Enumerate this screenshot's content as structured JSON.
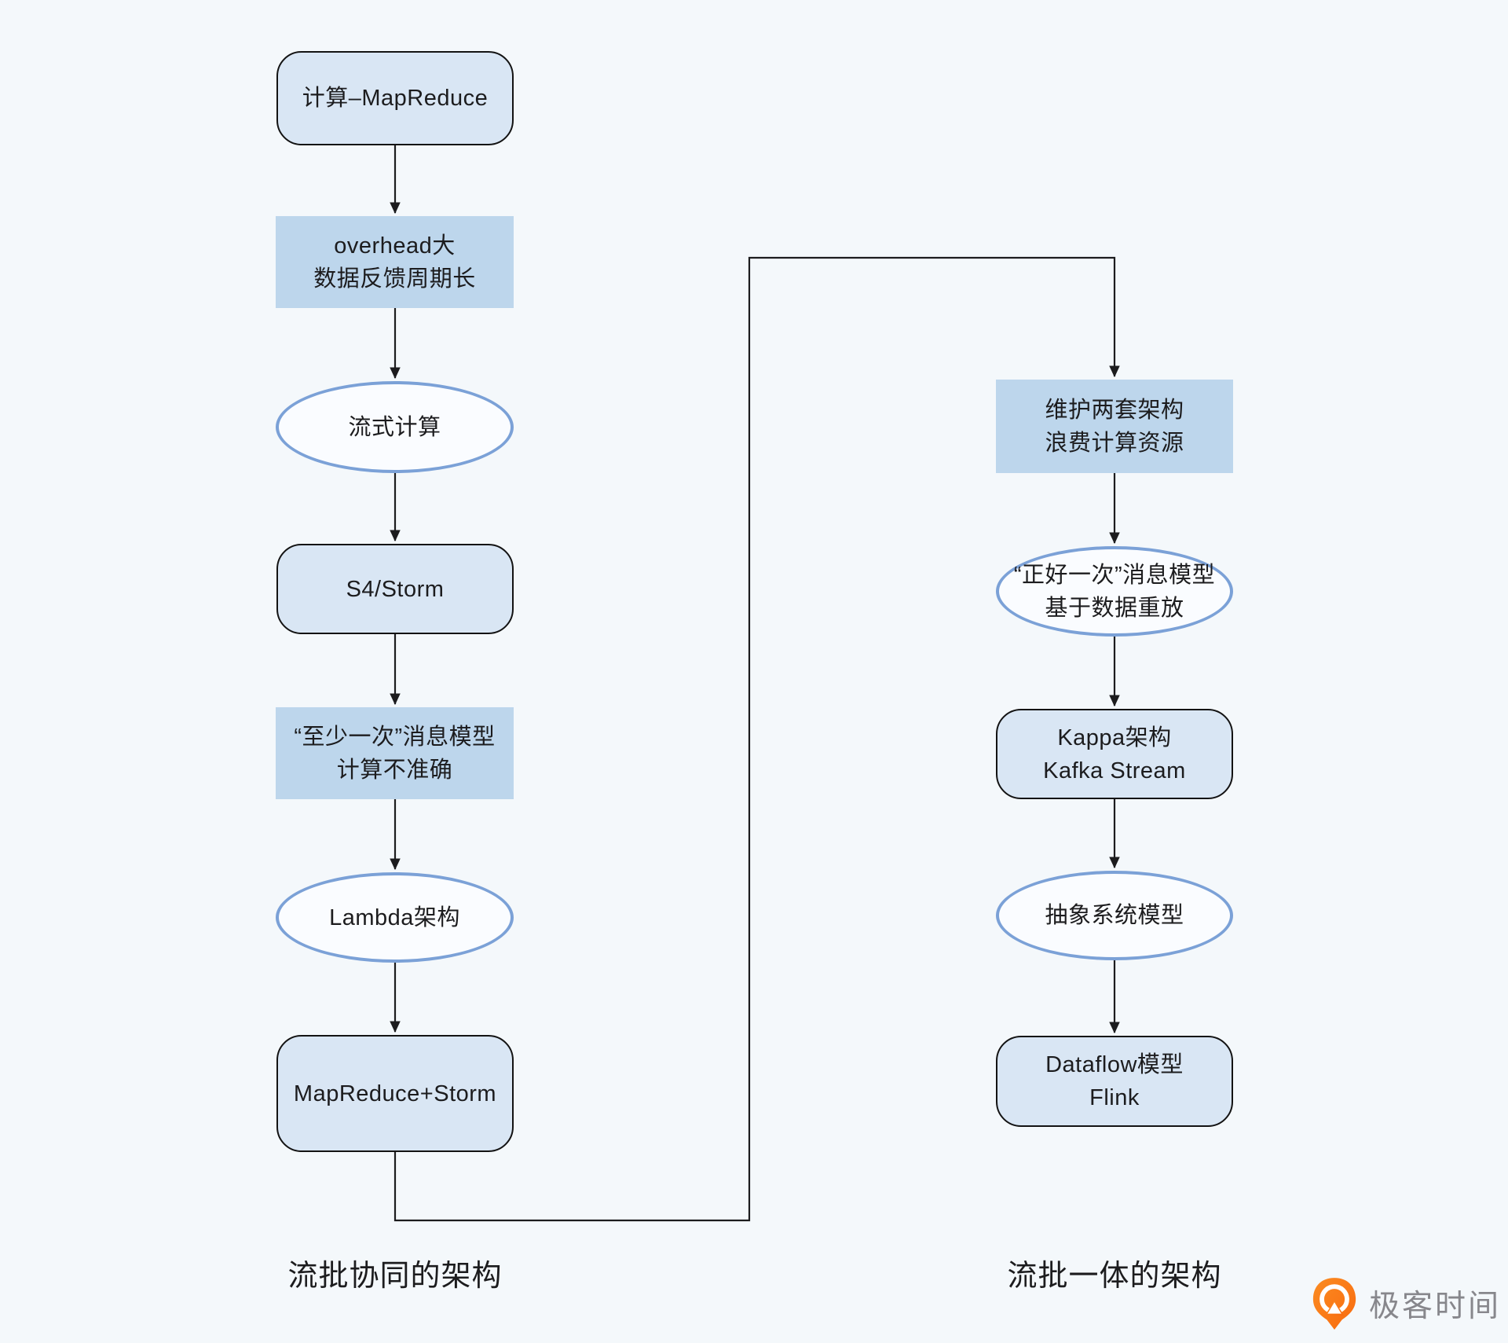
{
  "diagram": {
    "left_column": {
      "label": "流批协同的架构",
      "nodes": [
        {
          "shape": "rounded",
          "lines": [
            "计算–MapReduce"
          ]
        },
        {
          "shape": "rect",
          "lines": [
            "overhead大",
            "数据反馈周期长"
          ]
        },
        {
          "shape": "ellipse",
          "lines": [
            "流式计算"
          ]
        },
        {
          "shape": "rounded",
          "lines": [
            "S4/Storm"
          ]
        },
        {
          "shape": "rect",
          "lines": [
            "“至少一次”消息模型",
            "计算不准确"
          ]
        },
        {
          "shape": "ellipse",
          "lines": [
            "Lambda架构"
          ]
        },
        {
          "shape": "rounded",
          "lines": [
            "MapReduce+Storm"
          ]
        }
      ]
    },
    "right_column": {
      "label": "流批一体的架构",
      "nodes": [
        {
          "shape": "rect",
          "lines": [
            "维护两套架构",
            "浪费计算资源"
          ]
        },
        {
          "shape": "ellipse",
          "lines": [
            "“正好一次”消息模型",
            "基于数据重放"
          ]
        },
        {
          "shape": "rounded",
          "lines": [
            "Kappa架构",
            "Kafka Stream"
          ]
        },
        {
          "shape": "ellipse",
          "lines": [
            "抽象系统模型"
          ]
        },
        {
          "shape": "rounded",
          "lines": [
            "Dataflow模型",
            "Flink"
          ]
        }
      ]
    },
    "logo": {
      "text": "极客时间"
    }
  },
  "colors": {
    "background": "#f4f8fb",
    "node_fill": "#d9e6f4",
    "highlight_fill": "#bdd6ec",
    "ellipse_fill": "#fafcff",
    "ellipse_stroke": "#7ba1d7",
    "line": "#1c1c1e",
    "text": "#1c1c1e",
    "logo_orange": "#f86a0f",
    "logo_orange_light": "#fb8c22",
    "logo_text_gray": "#87878c"
  }
}
